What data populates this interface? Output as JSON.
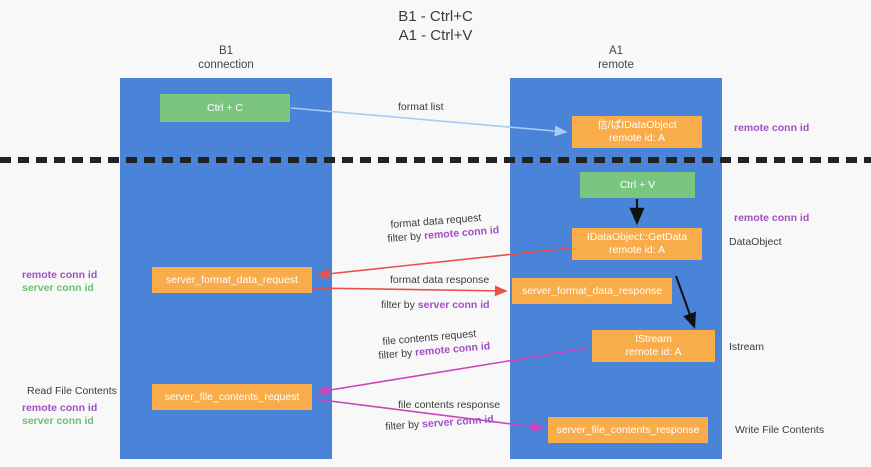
{
  "title": {
    "line1": "B1 - Ctrl+C",
    "line2": "A1 - Ctrl+V"
  },
  "lanes": [
    {
      "id": "b1",
      "name": "B1",
      "sub": "connection"
    },
    {
      "id": "a1",
      "name": "A1",
      "sub": "remote"
    }
  ],
  "boxes": {
    "ctrl_c": {
      "label": "Ctrl + C",
      "color": "#7ac57f"
    },
    "idataobject": {
      "line1": "信/ぱIDataObject",
      "line2": "remote id: A",
      "color": "#f9ac4a"
    },
    "ctrl_v": {
      "label": "Ctrl + V",
      "color": "#7ac57f"
    },
    "getdata": {
      "line1": "IDataObject::GetData",
      "line2": "remote id: A",
      "color": "#f9ac4a"
    },
    "server_format_data_request": {
      "label": "server_format_data_request",
      "color": "#f9ac4a"
    },
    "server_format_data_response": {
      "label": "server_format_data_response",
      "color": "#f9ac4a"
    },
    "istream": {
      "line1": "IStream",
      "line2": "remote id: A",
      "color": "#f9ac4a"
    },
    "server_file_contents_request": {
      "label": "server_file_contents_request",
      "color": "#f9ac4a"
    },
    "server_file_contents_response": {
      "label": "server_file_contents_response",
      "color": "#f9ac4a"
    }
  },
  "edges": {
    "format_list": "format list",
    "format_data_request": "format data request",
    "format_data_request_filter_prefix": "filter by ",
    "format_data_request_filter_key": "remote conn id",
    "format_data_response": "format data response",
    "format_data_response_filter_prefix": "filter by ",
    "format_data_response_filter_key": "server conn id",
    "file_contents_request": "file contents request",
    "file_contents_request_filter_prefix": "filter by ",
    "file_contents_request_filter_key": "remote conn id",
    "file_contents_response": "file contents response",
    "file_contents_response_filter_prefix": "filter by ",
    "file_contents_response_filter_key": "server conn id"
  },
  "annotations": {
    "right_remote_conn_id_top": "remote conn id",
    "right_remote_conn_id_mid": "remote conn id",
    "right_dataobject": "DataObject",
    "right_istream": "Istream",
    "right_write_file_contents": "Write File Contents",
    "left_remote_conn_id": "remote conn id",
    "left_server_conn_id": "server conn id",
    "left_read_file_contents": "Read File Contents",
    "left2_remote_conn_id": "remote conn id",
    "left2_server_conn_id": "server conn id"
  },
  "colors": {
    "lane": "#4a84d8",
    "green_box": "#7ac57f",
    "orange_box": "#f9ac4a",
    "purple_text": "#a24ec4",
    "green_text": "#6cbf72",
    "arrow_light_blue": "#a8cdf0",
    "arrow_red": "#e8514a",
    "arrow_magenta": "#cc44bb",
    "arrow_black": "#111111",
    "background": "#f8f8f8"
  }
}
